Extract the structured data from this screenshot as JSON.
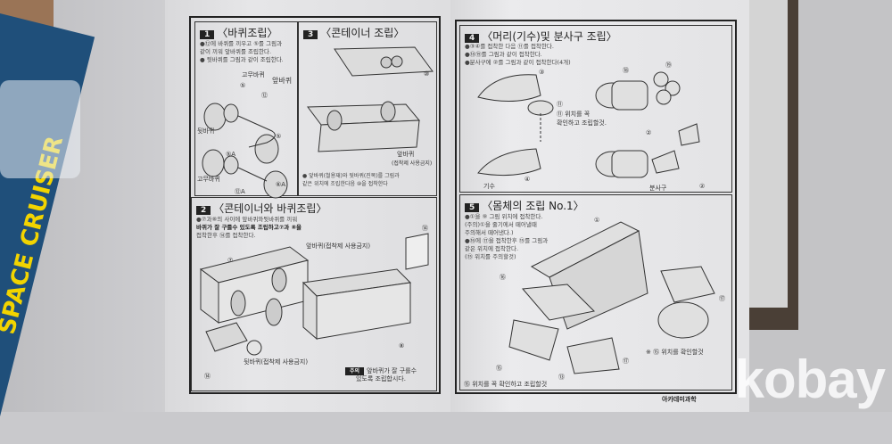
{
  "box": {
    "title": "SPACE CRUISER"
  },
  "left_page": {
    "step1": {
      "num": "1",
      "title": "〈바퀴조립〉",
      "lines": [
        "●⑫에 바퀴를 끼우고 ⑤를 그림과",
        "같이 끼워 앞바퀴를 조립한다.",
        "● 뒷바퀴를 그림과 같이 조립한다."
      ],
      "labels": [
        "고무바퀴",
        "⑤",
        "앞바퀴",
        "⑫",
        "뒷바퀴",
        "⑤A",
        "⑤",
        "고무바퀴",
        "⑥A",
        "⑫A"
      ]
    },
    "step3": {
      "num": "3",
      "title": "〈콘테이너 조립〉",
      "labels": [
        "⑩",
        "앞바퀴",
        "(접착제 사용금지)"
      ],
      "lines": [
        "● 앞바퀴(철용재)와 뒷바퀴(진목)를 그림과",
        "같은 위치에 조립한다음 ⑩을 접착한다"
      ]
    },
    "step2": {
      "num": "2",
      "title": "〈콘테이너와 바퀴조립〉",
      "lines": [
        "●⑦과⑧의 사이에 앞바퀴와뒷바퀴를 끼워",
        "바퀴가 잘 구를수 있도록 조립하고⑦과 ⑧을",
        "접착한후 ⑭를 접착한다."
      ],
      "labels": [
        "앞바퀴(접착제 사용금지)",
        "⑭",
        "⑦",
        "⑧",
        "⑭",
        "뒷바퀴(접착제 사용금지)"
      ],
      "note_badge": "주의",
      "note": [
        "앞바퀴가 잘 구를수",
        "있도록 조립합시다."
      ]
    }
  },
  "right_page": {
    "step4": {
      "num": "4",
      "title": "〈머리(기수)및 분사구 조립〉",
      "lines": [
        "●③④를 접착한 다음 ⑪를 접착한다.",
        "●⑱⑲를 그림과 같이 접착한다.",
        "●분사구에 ②를 그림과 같이 접착한다(4개)"
      ],
      "labels": [
        "③",
        "⑪",
        "⑪ 위치를 꼭",
        "확인하고 조립할것.",
        "④",
        "기수",
        "⑱",
        "⑲",
        "②",
        "②",
        "분사구"
      ]
    },
    "step5": {
      "num": "5",
      "title": "〈몸체의 조립 No.1〉",
      "lines": [
        "●①을 ⑨ 그림 위치에 접착한다.",
        "(주의)①을 줄기에서 떼어낼때",
        "주의해서 떼어낸다.)",
        "●⑯에 ⑰을 접착한후 ⑮를 그림과",
        "같은 위치에 접착한다.",
        "(⑮ 위치를 주의할것)"
      ],
      "labels": [
        "①",
        "⑯",
        "⑬",
        "⑮",
        "⑰",
        "⑰",
        "※ ⑮ 위치를 확인할것",
        "⑮ 위치를 꼭 확인하고 조립할것"
      ]
    },
    "publisher": "아카데미과학"
  },
  "watermark": "kobay"
}
